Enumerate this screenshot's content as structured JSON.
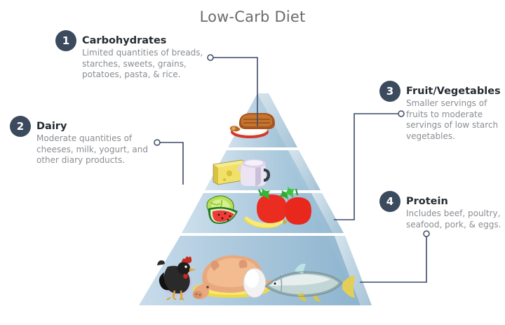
{
  "page": {
    "title": "Low-Carb Diet",
    "background": "#ffffff",
    "title_color": "#6b6b6b"
  },
  "theme": {
    "badge_color": "#3c4a5e",
    "badge_text_color": "#ffffff",
    "heading_color": "#262b33",
    "body_color": "#8a8d92",
    "connector_color": "#3c4a68",
    "pyramid_front_light": "#dce8f1",
    "pyramid_front_mid": "#c3d6e4",
    "pyramid_front_dark": "#8fb0c8",
    "pyramid_side_light": "#cfe0ea",
    "pyramid_side_dark": "#9dbdd2"
  },
  "callouts": [
    {
      "number": "1",
      "heading": "Carbohydrates",
      "body": "Limited quantities of breads, starches, sweets, grains, potatoes, pasta, & rice.",
      "tier": "carbohydrates",
      "tier_label": "Carbohydrates tier"
    },
    {
      "number": "2",
      "heading": "Dairy",
      "body": "Moderate quantities of cheeses, milk, yogurt, and other diary products.",
      "tier": "dairy",
      "tier_label": "Dairy tier"
    },
    {
      "number": "3",
      "heading": "Fruit/Vegetables",
      "body": "Smaller servings of fruits to moderate servings of low starch vegetables.",
      "tier": "fruit-vegetables",
      "tier_label": "Fruit / Vegetables tier"
    },
    {
      "number": "4",
      "heading": "Protein",
      "body": "Includes beef, poultry, seafood, pork, & eggs.",
      "tier": "protein",
      "tier_label": "Protein tier"
    }
  ],
  "pyramid": {
    "tiers": [
      {
        "name": "carbohydrates",
        "foods": [
          "bread-loaf-icon",
          "bread-slice-icon"
        ]
      },
      {
        "name": "dairy",
        "foods": [
          "cheese-wedge-icon",
          "milk-pitcher-icon"
        ]
      },
      {
        "name": "fruit-vegetables",
        "foods": [
          "lettuce-icon",
          "watermelon-icon",
          "tomato-icon",
          "banana-icon",
          "strawberry-icon"
        ]
      },
      {
        "name": "protein",
        "foods": [
          "rooster-icon",
          "pig-icon",
          "egg-icon",
          "fish-icon"
        ]
      }
    ]
  },
  "icons": {
    "endpoint": "connector-endpoint-circle"
  }
}
